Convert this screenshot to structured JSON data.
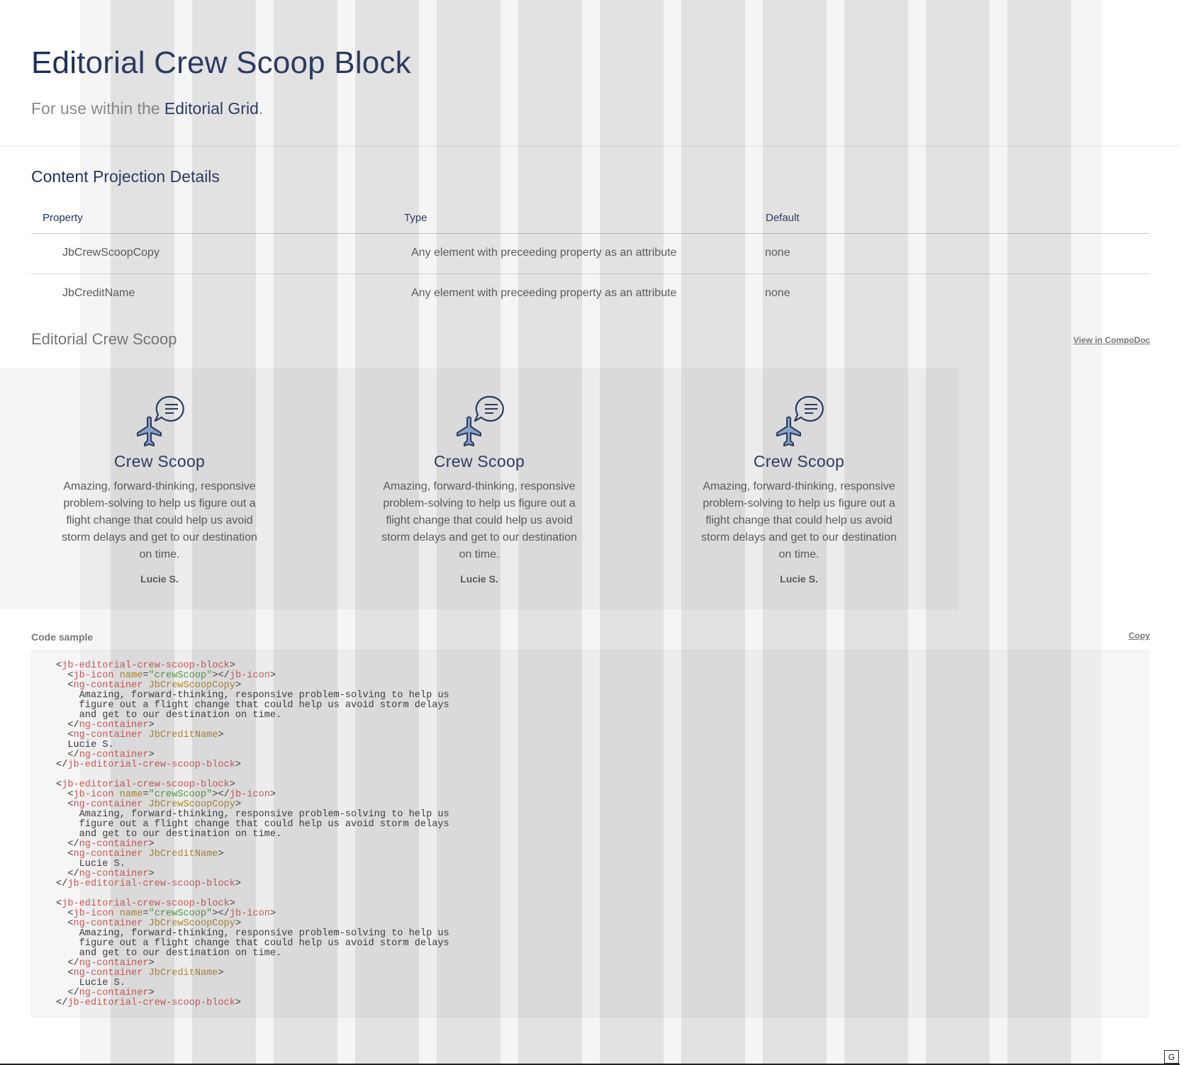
{
  "header": {
    "title": "Editorial Crew Scoop Block",
    "subtitle_prefix": "For use within the ",
    "subtitle_link": "Editorial Grid",
    "subtitle_suffix": "."
  },
  "projection": {
    "title": "Content Projection Details",
    "columns": [
      "Property",
      "Type",
      "Default"
    ],
    "rows": [
      {
        "property": "JbCrewScoopCopy",
        "type": "Any element with preceeding property as an attribute",
        "default": "none"
      },
      {
        "property": "JbCreditName",
        "type": "Any element with preceeding property as an attribute",
        "default": "none"
      }
    ]
  },
  "demo": {
    "title": "Editorial Crew Scoop",
    "compodoc_link": "View in CompoDoc",
    "cards": [
      {
        "icon": "crew-scoop-icon",
        "title": "Crew Scoop",
        "copy": "Amazing, forward-thinking, responsive problem-solving to help us figure out a flight change that could help us avoid storm delays and get to our destination on time.",
        "credit": "Lucie S."
      },
      {
        "icon": "crew-scoop-icon",
        "title": "Crew Scoop",
        "copy": "Amazing, forward-thinking, responsive problem-solving to help us figure out a flight change that could help us avoid storm delays and get to our destination on time.",
        "credit": "Lucie S."
      },
      {
        "icon": "crew-scoop-icon",
        "title": "Crew Scoop",
        "copy": "Amazing, forward-thinking, responsive problem-solving to help us figure out a flight change that could help us avoid storm delays and get to our destination on time.",
        "credit": "Lucie S."
      }
    ]
  },
  "code": {
    "label": "Code sample",
    "copy_label": "Copy",
    "lines": [
      "<jb-editorial-crew-scoop-block>",
      "  <jb-icon name=\"crewScoop\"></jb-icon>",
      "  <ng-container JbCrewScoopCopy>",
      "    Amazing, forward-thinking, responsive problem-solving to help us",
      "    figure out a flight change that could help us avoid storm delays",
      "    and get to our destination on time.",
      "  </ng-container>",
      "  <ng-container JbCreditName>",
      "  Lucie S.",
      "  </ng-container>",
      "</jb-editorial-crew-scoop-block>",
      "",
      "<jb-editorial-crew-scoop-block>",
      "  <jb-icon name=\"crewScoop\"></jb-icon>",
      "  <ng-container JbCrewScoopCopy>",
      "    Amazing, forward-thinking, responsive problem-solving to help us",
      "    figure out a flight change that could help us avoid storm delays",
      "    and get to our destination on time.",
      "  </ng-container>",
      "  <ng-container JbCreditName>",
      "    Lucie S.",
      "  </ng-container>",
      "</jb-editorial-crew-scoop-block>",
      "",
      "<jb-editorial-crew-scoop-block>",
      "  <jb-icon name=\"crewScoop\"></jb-icon>",
      "  <ng-container JbCrewScoopCopy>",
      "    Amazing, forward-thinking, responsive problem-solving to help us",
      "    figure out a flight change that could help us avoid storm delays",
      "    and get to our destination on time.",
      "  </ng-container>",
      "  <ng-container JbCreditName>",
      "    Lucie S.",
      "  </ng-container>",
      "</jb-editorial-crew-scoop-block>"
    ]
  },
  "overlay": {
    "grid_toggle_label": "G"
  },
  "colors": {
    "navy": "#1c2f5c",
    "muted_text": "#777777",
    "code_tag": "#d2524f",
    "code_attr": "#b08622",
    "code_string": "#4e9a3c"
  }
}
